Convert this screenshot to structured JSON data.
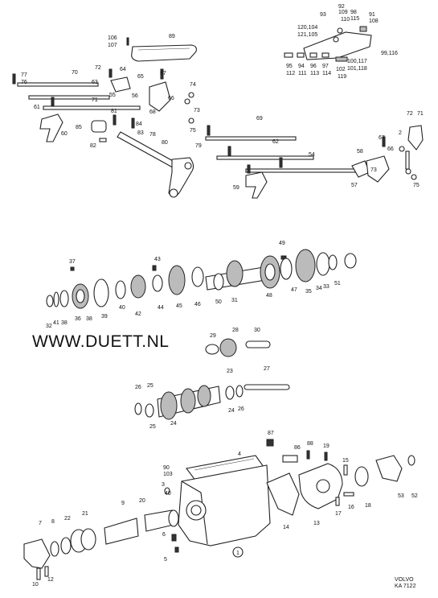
{
  "watermark": "WWW.DUETT.NL",
  "brand": "VOLVO",
  "drawing_code": "KA 7122",
  "part_numbers": {
    "shift_mechanism": [
      "106",
      "107",
      "89",
      "93",
      "92",
      "109",
      "110",
      "91",
      "108",
      "98",
      "115",
      "120,104",
      "121,105",
      "95",
      "112",
      "94",
      "111",
      "96",
      "113",
      "97",
      "114",
      "102",
      "119",
      "100,117",
      "101,118",
      "99,116",
      "77",
      "76",
      "70",
      "63",
      "72",
      "64",
      "65",
      "67",
      "74",
      "73",
      "75",
      "71",
      "55",
      "56",
      "66",
      "68",
      "61",
      "60",
      "85",
      "81",
      "84",
      "82",
      "83",
      "80",
      "78",
      "79",
      "69",
      "62",
      "54",
      "58",
      "57",
      "59",
      "2",
      "72",
      "71",
      "67",
      "66",
      "73",
      "75"
    ],
    "mainshaft": [
      "37",
      "32",
      "41",
      "38",
      "36",
      "38",
      "39",
      "40",
      "42",
      "43",
      "44",
      "45",
      "46",
      "50",
      "31",
      "48",
      "49",
      "47",
      "35",
      "34",
      "33",
      "51"
    ],
    "reverse_gear": [
      "29",
      "28",
      "30"
    ],
    "countershaft": [
      "26",
      "25",
      "24",
      "23",
      "25",
      "27",
      "24",
      "26"
    ],
    "housing": [
      "87",
      "86",
      "88",
      "19",
      "4",
      "90",
      "103",
      "3",
      "40",
      "20",
      "9",
      "21",
      "22",
      "8",
      "7",
      "10",
      "12",
      "6",
      "5",
      "1",
      "14",
      "13",
      "15",
      "16",
      "17",
      "18",
      "53",
      "52"
    ]
  }
}
